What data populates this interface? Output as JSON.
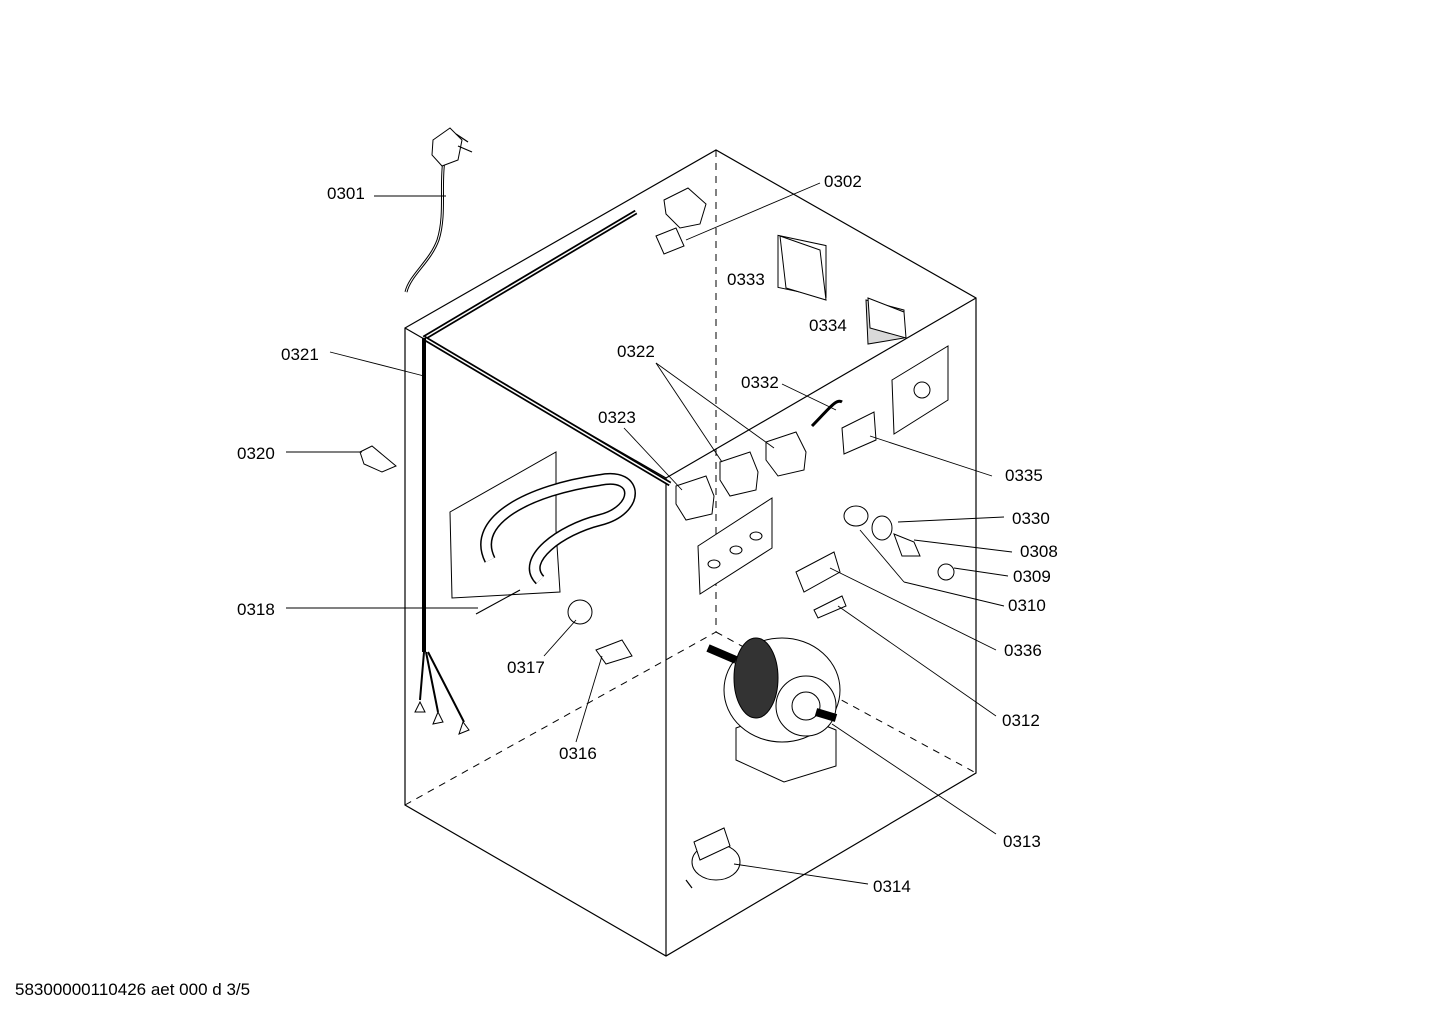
{
  "footer": {
    "code": "58300000110426 aet 000 d 3/5"
  },
  "callouts": [
    {
      "id": "0301"
    },
    {
      "id": "0302"
    },
    {
      "id": "0333"
    },
    {
      "id": "0334"
    },
    {
      "id": "0321"
    },
    {
      "id": "0322"
    },
    {
      "id": "0332"
    },
    {
      "id": "0323"
    },
    {
      "id": "0320"
    },
    {
      "id": "0335"
    },
    {
      "id": "0330"
    },
    {
      "id": "0308"
    },
    {
      "id": "0309"
    },
    {
      "id": "0310"
    },
    {
      "id": "0318"
    },
    {
      "id": "0336"
    },
    {
      "id": "0317"
    },
    {
      "id": "0312"
    },
    {
      "id": "0316"
    },
    {
      "id": "0313"
    },
    {
      "id": "0314"
    }
  ]
}
